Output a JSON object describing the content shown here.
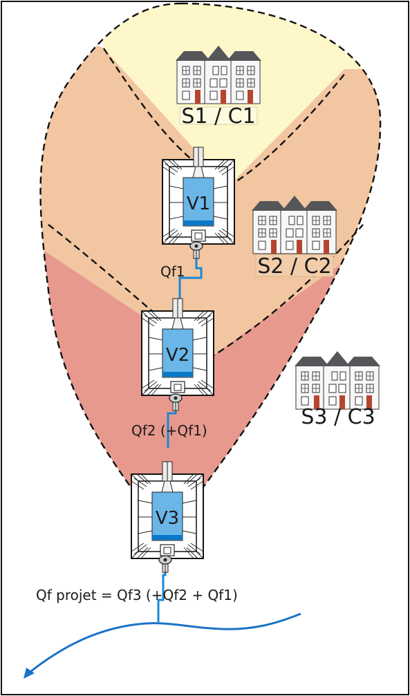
{
  "colors": {
    "zone1": "#fdf7c9",
    "zone2": "#f1c6a0",
    "zone3": "#e8998e",
    "basin": "#6ab6e8",
    "basin_bottom": "#0a78c8",
    "pipe": "#1c86d2",
    "river": "#1a73c7",
    "wall_roof": "#55555a",
    "wall_door": "#b5452f",
    "frame": "#111111"
  },
  "zones": [
    {
      "id": "S1",
      "label": "S1 / C1"
    },
    {
      "id": "S2",
      "label": "S2 / C2"
    },
    {
      "id": "S3",
      "label": "S3 / C3"
    }
  ],
  "basins": [
    {
      "id": "V1",
      "label": "V1"
    },
    {
      "id": "V2",
      "label": "V2"
    },
    {
      "id": "V3",
      "label": "V3"
    }
  ],
  "flows": [
    {
      "id": "qf1",
      "label": "Qf1"
    },
    {
      "id": "qf2",
      "label": "Qf2 (+Qf1)"
    },
    {
      "id": "qf_projet",
      "label": "Qf projet = Qf3 (+Qf2 + Qf1)"
    }
  ],
  "icons": [
    "houses-icon",
    "retention-basin-icon",
    "flow-regulator-icon",
    "river-arrow-icon"
  ]
}
